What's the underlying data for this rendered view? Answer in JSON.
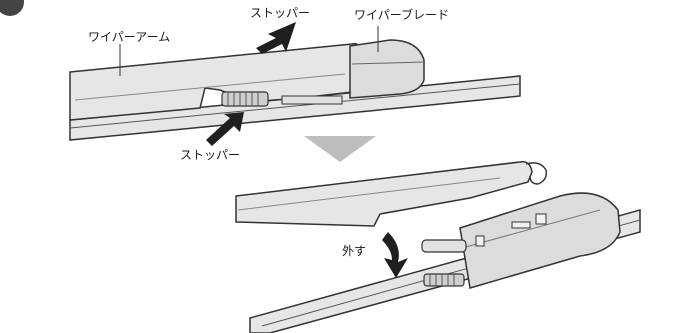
{
  "step_number": "",
  "labels": {
    "wiper_arm": "ワイパーアーム",
    "stopper_top": "ストッパー",
    "wiper_blade": "ワイパーブレード",
    "stopper_bottom": "ストッパー",
    "remove": "外す"
  },
  "colors": {
    "part_fill": "#e6e6e6",
    "part_shade": "#d4d4d4",
    "outline": "#333333",
    "arrow_dark": "#1f1f1f",
    "arrow_grey": "#bdbdbd"
  }
}
